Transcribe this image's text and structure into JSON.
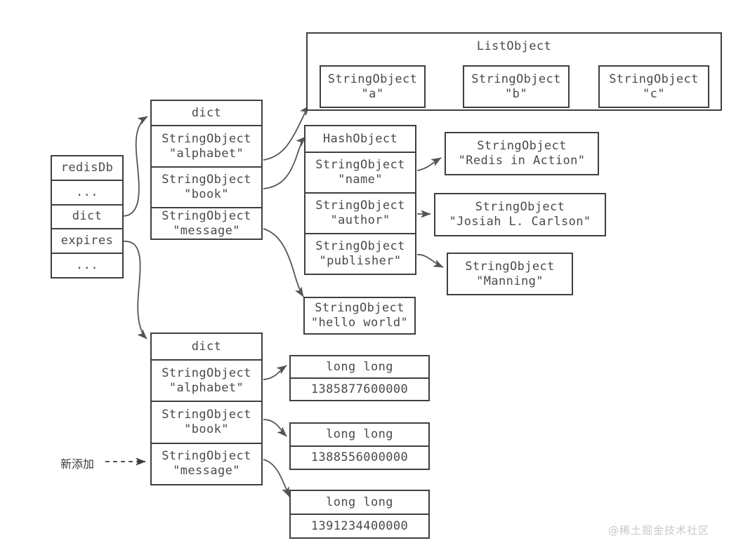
{
  "diagram": {
    "watermark": "@稀土掘金技术社区",
    "annotation_new": "新添加",
    "colors": {
      "stroke": "#3f3f3f",
      "text": "#4a4a4a",
      "background": "#ffffff",
      "watermark": "#c9c9c9"
    }
  },
  "redis_db": {
    "rows": [
      {
        "label": "redisDb"
      },
      {
        "label": "..."
      },
      {
        "label": "dict"
      },
      {
        "label": "expires"
      },
      {
        "label": "..."
      }
    ]
  },
  "key_dict": {
    "title": "dict",
    "rows": [
      {
        "type": "StringObject",
        "value": "\"alphabet\""
      },
      {
        "type": "StringObject",
        "value": "\"book\""
      },
      {
        "type": "StringObject",
        "value": "\"message\""
      }
    ]
  },
  "list_object": {
    "title": "ListObject",
    "nodes": [
      {
        "type": "StringObject",
        "value": "\"a\""
      },
      {
        "type": "StringObject",
        "value": "\"b\""
      },
      {
        "type": "StringObject",
        "value": "\"c\""
      }
    ]
  },
  "hash_object": {
    "title": "HashObject",
    "fields": [
      {
        "type": "StringObject",
        "value": "\"name\""
      },
      {
        "type": "StringObject",
        "value": "\"author\""
      },
      {
        "type": "StringObject",
        "value": "\"publisher\""
      }
    ],
    "values": [
      {
        "type": "StringObject",
        "value": "\"Redis in Action\""
      },
      {
        "type": "StringObject",
        "value": "\"Josiah L. Carlson\""
      },
      {
        "type": "StringObject",
        "value": "\"Manning\""
      }
    ]
  },
  "message_value": {
    "type": "StringObject",
    "value": "\"hello world\""
  },
  "expires_dict": {
    "title": "dict",
    "rows": [
      {
        "type": "StringObject",
        "value": "\"alphabet\""
      },
      {
        "type": "StringObject",
        "value": "\"book\""
      },
      {
        "type": "StringObject",
        "value": "\"message\""
      }
    ]
  },
  "expires_values": [
    {
      "type": "long long",
      "value": "1385877600000"
    },
    {
      "type": "long long",
      "value": "1388556000000"
    },
    {
      "type": "long long",
      "value": "1391234400000"
    }
  ]
}
